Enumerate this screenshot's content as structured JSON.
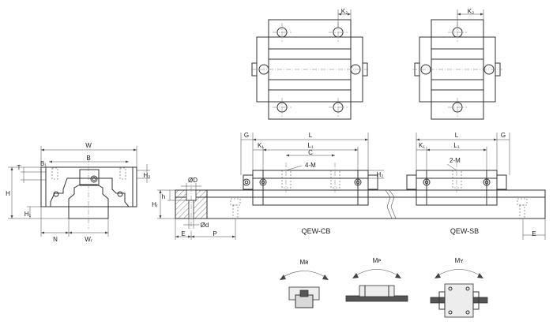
{
  "end_view": {
    "W": "W",
    "B": "B",
    "B1": "B₁",
    "T": "T",
    "H": "H",
    "H1": "H₁",
    "H2": "H₂",
    "N": "N",
    "WR": "Wᵣ"
  },
  "rail_view": {
    "D": "ØD",
    "d": "Ød",
    "h": "h",
    "HR": "Hᵣ",
    "E": "E",
    "P": "P"
  },
  "cb_side": {
    "G": "G",
    "K1": "K₁",
    "L": "L",
    "L1": "L₁",
    "C": "C",
    "M": "4-M",
    "H2": "H₂",
    "name": "QEW-CB"
  },
  "sb_side": {
    "K1": "K₁",
    "L": "L",
    "L1": "L₁",
    "G": "G",
    "M": "2-M",
    "E": "E",
    "name": "QEW-SB"
  },
  "top_cb": {
    "K2": "K₂"
  },
  "top_sb": {
    "K2": "K₂"
  },
  "moments": {
    "roll": "Mʀ",
    "pitch": "Mᴘ",
    "yaw": "Mʏ"
  }
}
